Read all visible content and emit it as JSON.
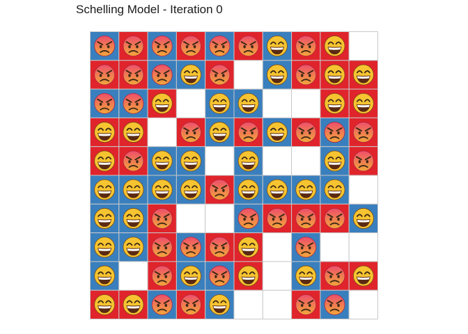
{
  "chart_data": {
    "type": "heatmap",
    "title": "Schelling Model - Iteration 0",
    "rows": 10,
    "cols": 10,
    "colors": {
      "blue": "#3a7fbd",
      "red": "#e0242c",
      "empty": "#ffffff",
      "cell_border": "#c8c8c8",
      "face_fill": "#f7c431",
      "angry_top": "#ee4f6b",
      "angry_bottom": "#f2a73a",
      "face_outline": "#7a4a12",
      "feature": "#3d2a14"
    },
    "legend_note": {
      "color_codes": {
        "B": "blue agent",
        "R": "red agent",
        "0": "empty"
      },
      "mood_codes": {
        "H": "happy-face",
        "A": "angry-face",
        "-": "none"
      }
    },
    "cells": [
      [
        "B",
        "R",
        "B",
        "R",
        "B",
        "R",
        "B",
        "R",
        "R",
        "0"
      ],
      [
        "R",
        "R",
        "B",
        "B",
        "R",
        "0",
        "B",
        "R",
        "R",
        "R"
      ],
      [
        "B",
        "B",
        "R",
        "0",
        "B",
        "B",
        "0",
        "0",
        "R",
        "R"
      ],
      [
        "R",
        "R",
        "0",
        "R",
        "B",
        "R",
        "B",
        "R",
        "B",
        "R"
      ],
      [
        "R",
        "R",
        "B",
        "B",
        "0",
        "B",
        "0",
        "0",
        "B",
        "R"
      ],
      [
        "B",
        "B",
        "B",
        "B",
        "R",
        "B",
        "B",
        "B",
        "B",
        "0"
      ],
      [
        "B",
        "B",
        "R",
        "0",
        "0",
        "B",
        "R",
        "R",
        "R",
        "B"
      ],
      [
        "B",
        "B",
        "R",
        "B",
        "R",
        "R",
        "0",
        "B",
        "0",
        "0"
      ],
      [
        "B",
        "0",
        "R",
        "B",
        "B",
        "R",
        "0",
        "B",
        "R",
        "R"
      ],
      [
        "R",
        "R",
        "B",
        "R",
        "B",
        "0",
        "0",
        "R",
        "B",
        "0"
      ]
    ],
    "moods": [
      [
        "A",
        "A",
        "A",
        "A",
        "A",
        "A",
        "H",
        "A",
        "H",
        "-"
      ],
      [
        "A",
        "A",
        "A",
        "H",
        "A",
        "-",
        "H",
        "A",
        "H",
        "H"
      ],
      [
        "A",
        "A",
        "H",
        "-",
        "H",
        "H",
        "-",
        "-",
        "H",
        "H"
      ],
      [
        "H",
        "H",
        "-",
        "A",
        "H",
        "A",
        "H",
        "A",
        "A",
        "A"
      ],
      [
        "H",
        "A",
        "H",
        "H",
        "-",
        "H",
        "-",
        "-",
        "H",
        "A"
      ],
      [
        "H",
        "H",
        "H",
        "H",
        "A",
        "H",
        "H",
        "H",
        "H",
        "-"
      ],
      [
        "H",
        "H",
        "A",
        "-",
        "-",
        "A",
        "A",
        "A",
        "A",
        "H"
      ],
      [
        "H",
        "H",
        "A",
        "A",
        "A",
        "H",
        "-",
        "A",
        "-",
        "-"
      ],
      [
        "H",
        "-",
        "A",
        "H",
        "A",
        "H",
        "-",
        "H",
        "A",
        "H"
      ],
      [
        "H",
        "H",
        "A",
        "A",
        "H",
        "-",
        "-",
        "A",
        "A",
        "-"
      ]
    ]
  }
}
